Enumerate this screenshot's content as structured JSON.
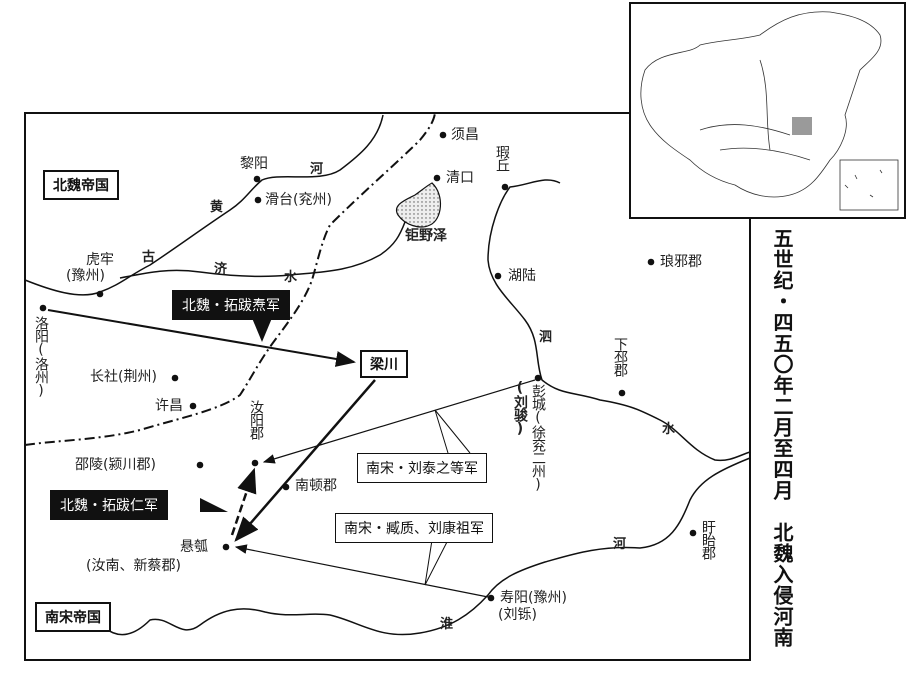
{
  "title": "五世纪・四五〇年二月至四月　北魏入侵河南",
  "empires": {
    "north": "北魏帝国",
    "south": "南宋帝国"
  },
  "rivers": {
    "yellow": [
      "黄",
      "河"
    ],
    "gu": "古",
    "ji": [
      "济",
      "水"
    ],
    "si": [
      "泗",
      "水"
    ],
    "huai": [
      "淮",
      "河"
    ]
  },
  "places": {
    "liyang": "黎阳",
    "huatai": "滑台(兖州)",
    "xuchang": "须昌",
    "qingkou": "清口",
    "juyeze": "钜野泽",
    "xiaqiu": "瑕丘",
    "hulu": "湖陆",
    "langya": "琅邪郡",
    "xiapi": "下邳郡",
    "pengcheng": "彭城(徐兖二州)",
    "pengcheng_ruler": "(刘骏)",
    "hulao_1": "虎牢",
    "hulao_2": "(豫州)",
    "luoyang": "洛阳(洛州)",
    "liangchuan": "梁川",
    "changshe": "长社(荆州)",
    "xuchang2": "许昌",
    "ruyang": "汝阳郡",
    "shaoling": "邵陵(颍川郡)",
    "nandun": "南顿郡",
    "xuanhu": "悬瓠",
    "xuanhu_sub": "(汝南、新蔡郡)",
    "shouyang": "寿阳(豫州)",
    "shouyang_ruler": "(刘铄)",
    "xuyi": "盱眙郡"
  },
  "armies": {
    "tuoba_tao": "北魏・拓跋焘军",
    "tuoba_ren": "北魏・拓跋仁军",
    "liu_taizhi": "南宋・刘泰之等军",
    "zang_zhi": "南宋・臧质、刘康祖军"
  },
  "colors": {
    "ink": "#111111",
    "inset_highlight": "#9a9a9a",
    "lake_fill": "#dcdcdc"
  }
}
